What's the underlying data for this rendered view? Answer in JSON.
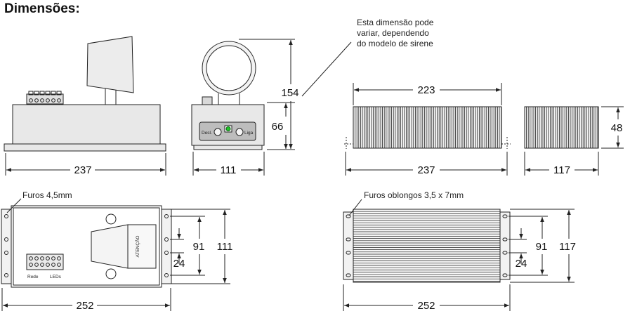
{
  "title": "Dimensões:",
  "note_dimension": [
    "Esta dimensão pode",
    "variar,   dependendo",
    "do modelo de sirene"
  ],
  "holes_label_left": "Furos 4,5mm",
  "holes_label_right": "Furos oblongos 3,5 x 7mm",
  "dims": {
    "front_width": "237",
    "side_width": "111",
    "side_height_total": "154",
    "side_height_body": "66",
    "battery_length": "223",
    "battery_overall": "237",
    "battery_side_width": "117",
    "battery_side_height": "48",
    "bottom_left_width": "252",
    "bottom_left_inner": "91",
    "bottom_left_outer": "111",
    "bottom_left_small": "24",
    "bottom_right_width": "252",
    "bottom_right_inner": "91",
    "bottom_right_outer": "117",
    "bottom_right_small": "24"
  },
  "panel_labels": {
    "desl": "Desl.",
    "liga": "Liga",
    "rede": "Rede",
    "leds": "LEDs",
    "atencao": "ATENÇÃO"
  },
  "colors": {
    "line": "#222222",
    "fill": "#e6e6e6",
    "panel": "#bdbdbd",
    "led_green": "#22c52a"
  }
}
